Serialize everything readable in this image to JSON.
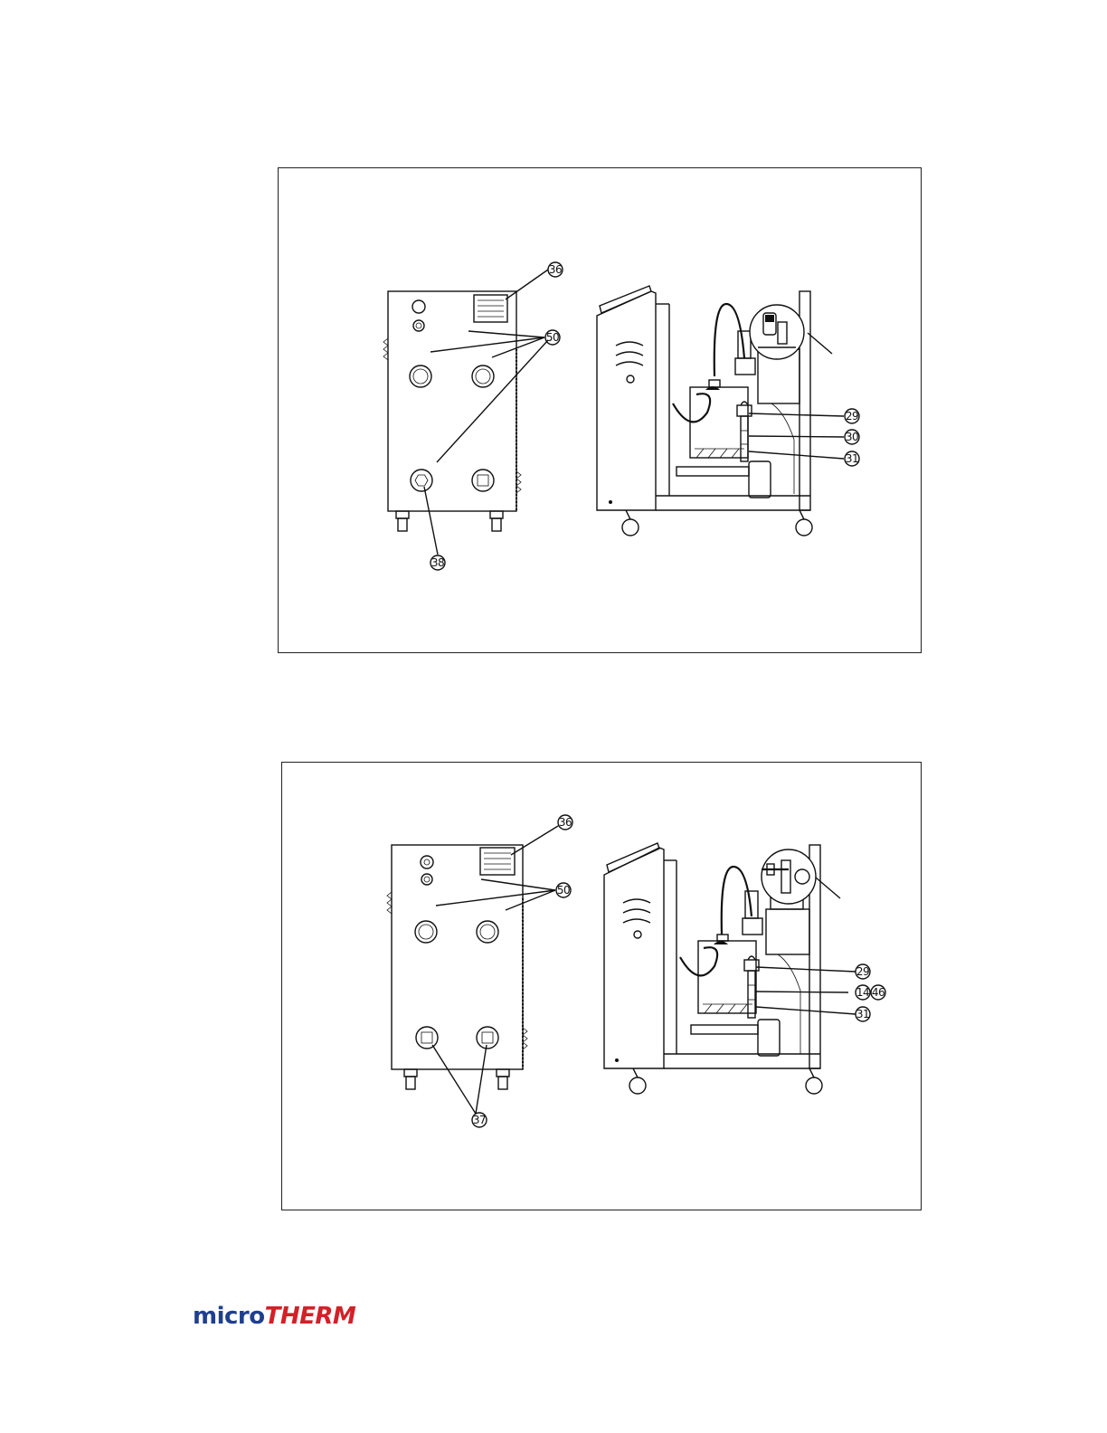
{
  "brand": {
    "logo_part1": "micro",
    "logo_part2": "THERM",
    "colors": {
      "micro": "#1f3f8f",
      "therm": "#d42027"
    }
  },
  "figures": [
    {
      "callouts": {
        "c36": "36",
        "c50": "50",
        "c38": "38",
        "c29": "29",
        "c30": "30",
        "c31": "31"
      }
    },
    {
      "callouts": {
        "c36": "36",
        "c50": "50",
        "c37": "37",
        "c29": "29",
        "c14": "14",
        "c46": "46",
        "c31": "31"
      }
    }
  ]
}
